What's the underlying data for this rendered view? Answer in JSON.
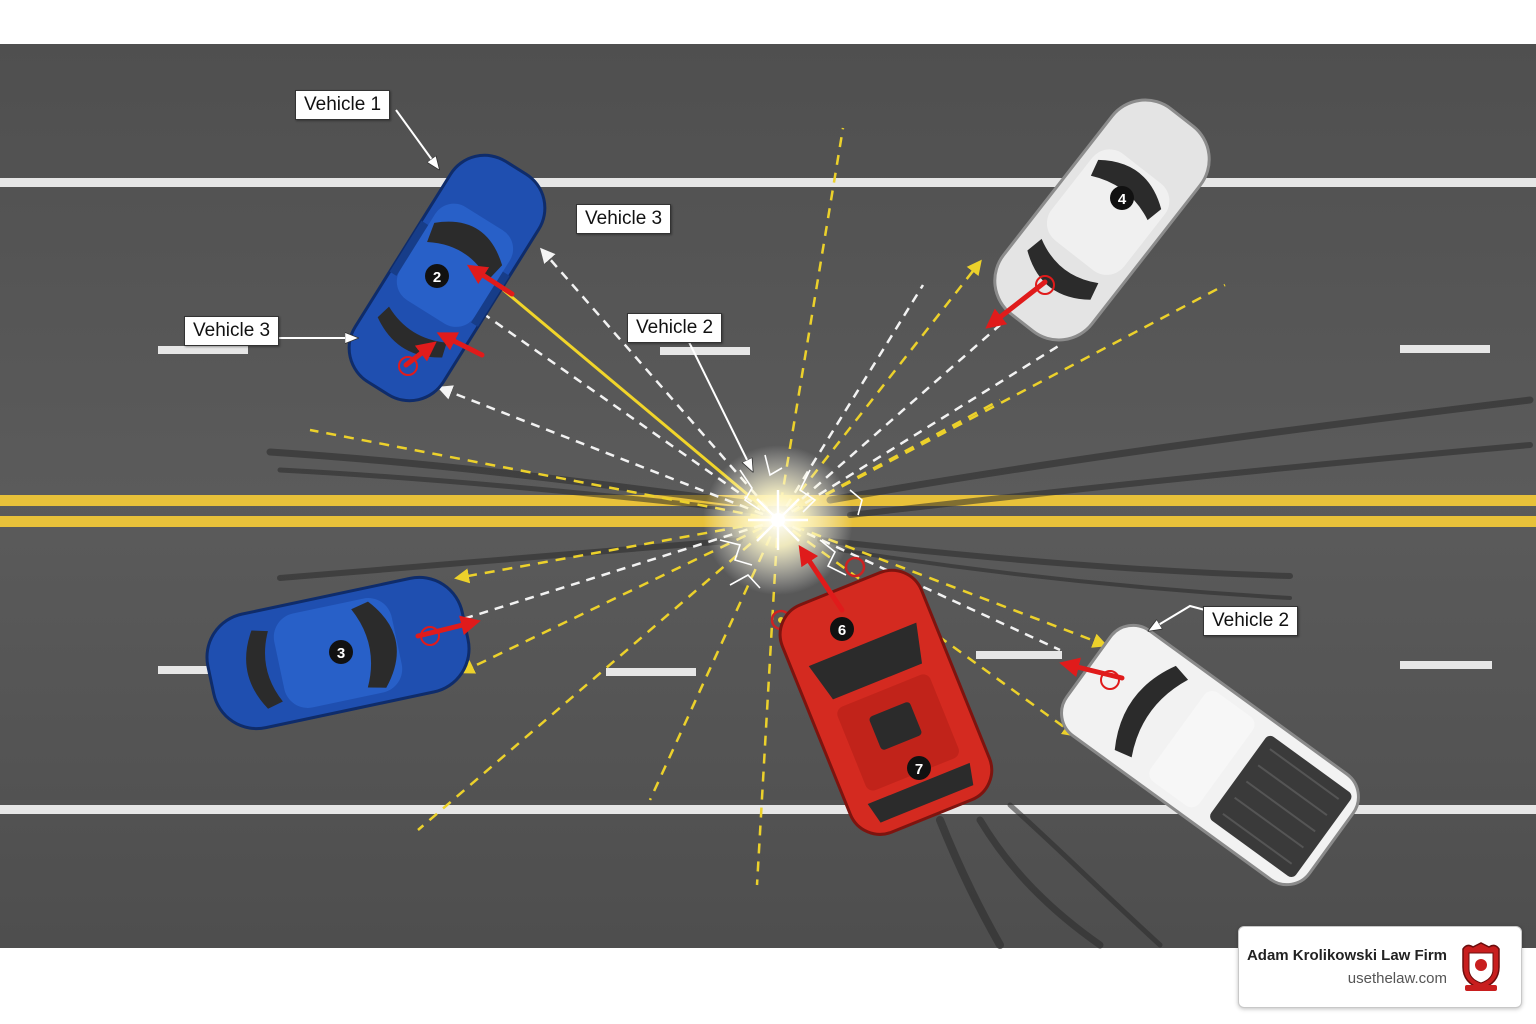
{
  "labels": {
    "vehicle_1_top": "Vehicle 1",
    "vehicle_3_upper_right": "Vehicle 3",
    "vehicle_3_left": "Vehicle 3",
    "vehicle_2_center": "Vehicle 2",
    "vehicle_2_right": "Vehicle 2"
  },
  "vehicles": [
    {
      "number": "2",
      "color": "#1f4fb0",
      "type": "sedan"
    },
    {
      "number": "3",
      "color": "#1f4fb0",
      "type": "sedan"
    },
    {
      "number": "4",
      "color": "#e4e4e4",
      "type": "sedan"
    },
    {
      "number": "6",
      "color": "#d42a20",
      "type": "suv"
    },
    {
      "number": "7",
      "color": "#d42a20",
      "type": "suv"
    },
    {
      "color": "#f2f2f2",
      "type": "pickup"
    }
  ],
  "colors": {
    "road": "#555555",
    "center_line": "#e8c13a",
    "lane_marking": "#e6e6e6",
    "impact_arrow": "#e01b1b",
    "trajectory_yellow": "#ecd12b",
    "trajectory_white": "#f2f2f2"
  },
  "branding": {
    "firm_name": "Adam Krolikowski Law Firm",
    "website": "usethelaw.com",
    "logo_icon": "crest-logo"
  }
}
